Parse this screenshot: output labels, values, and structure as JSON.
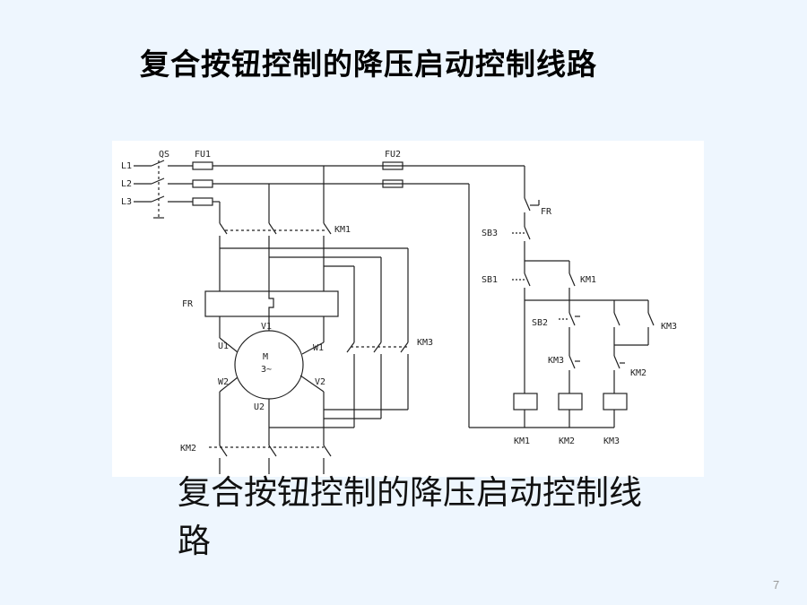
{
  "slide": {
    "title": "复合按钮控制的降压启动控制线路",
    "caption": "复合按钮控制的降压启动控制线路",
    "page_number": "7"
  },
  "diagram": {
    "labels": {
      "L1": "L1",
      "L2": "L2",
      "L3": "L3",
      "QS": "QS",
      "FU1": "FU1",
      "FU2": "FU2",
      "FR_main": "FR",
      "FR_ctrl": "FR",
      "KM1_main": "KM1",
      "KM3_main": "KM3",
      "KM2_main": "KM2",
      "motor_M": "M",
      "motor_3": "3~",
      "V1a": "V1",
      "U1": "U1",
      "W1": "W1",
      "W2": "W2",
      "V2": "V2",
      "U2": "U2",
      "SB3": "SB3",
      "SB1": "SB1",
      "SB2": "SB2",
      "KM1_aux": "KM1",
      "KM3_aux": "KM3",
      "KM3_int": "KM3",
      "KM2_int": "KM2",
      "coil_KM1": "KM1",
      "coil_KM2": "KM2",
      "coil_KM3": "KM3"
    }
  }
}
